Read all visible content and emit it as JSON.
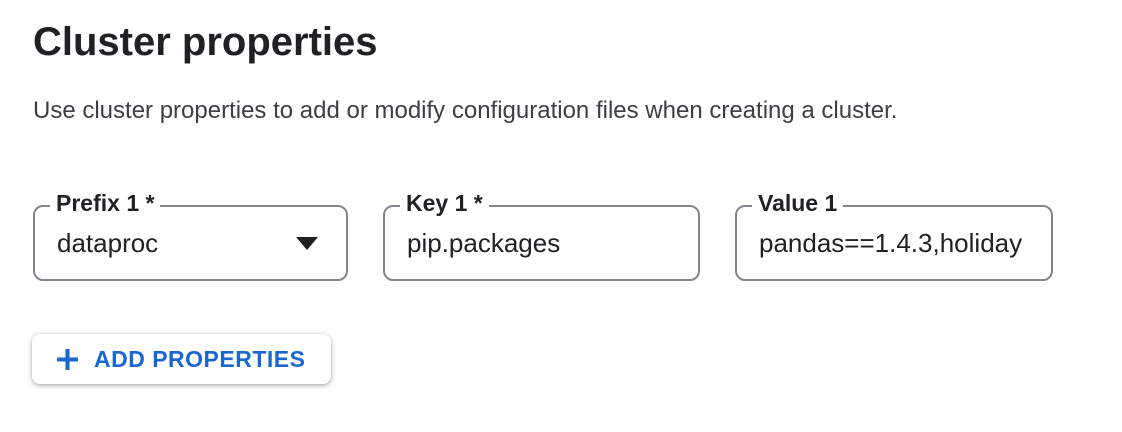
{
  "page": {
    "title": "Cluster properties",
    "description": "Use cluster properties to add or modify configuration files when creating a cluster."
  },
  "property_row_1": {
    "prefix": {
      "label": "Prefix 1 *",
      "value": "dataproc"
    },
    "key": {
      "label": "Key 1 *",
      "value": "pip.packages"
    },
    "value": {
      "label": "Value 1",
      "value": "pandas==1.4.3,holiday"
    }
  },
  "actions": {
    "add_properties_label": "ADD PROPERTIES"
  },
  "icons": {
    "plus_icon": "plus",
    "dropdown_arrow_icon": "triangle-down"
  },
  "colors": {
    "accent_blue": "#1967d2",
    "text_primary": "#202124",
    "text_secondary": "#3c4043",
    "field_border": "#80868b",
    "background": "#ffffff"
  }
}
